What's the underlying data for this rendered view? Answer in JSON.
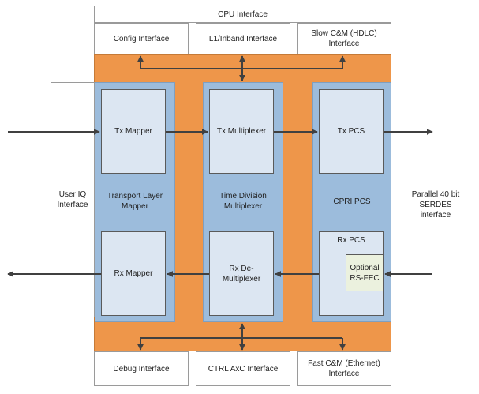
{
  "top": {
    "cpu_interface": "CPU Interface",
    "config_interface": "Config Interface",
    "l1_inband_interface": "L1/Inband Interface",
    "slow_cm_interface": "Slow C&M (HDLC)\nInterface"
  },
  "user_iq": "User IQ\nInterface",
  "columns": {
    "transport": {
      "label": "Transport Layer\nMapper",
      "tx": "Tx Mapper",
      "rx": "Rx Mapper"
    },
    "tdm": {
      "label": "Time Division\nMultiplexer",
      "tx": "Tx Multiplexer",
      "rx": "Rx De-\nMultiplexer"
    },
    "cpri": {
      "label": "CPRI PCS",
      "tx": "Tx PCS",
      "rx": "Rx PCS",
      "fec": "Optional\nRS-FEC"
    }
  },
  "serdes": "Parallel 40 bit SERDES\ninterface",
  "bottom": {
    "debug_interface": "Debug Interface",
    "ctrl_axc_interface": "CTRL AxC Interface",
    "fast_cm_interface": "Fast C&M (Ethernet)\nInterface"
  },
  "colors": {
    "orange_fill": "#EE964A",
    "blue_fill": "#9CBCDC",
    "inner_fill": "#DCE6F2",
    "fec_fill": "#EBF1DE",
    "arrow": "#404040"
  }
}
